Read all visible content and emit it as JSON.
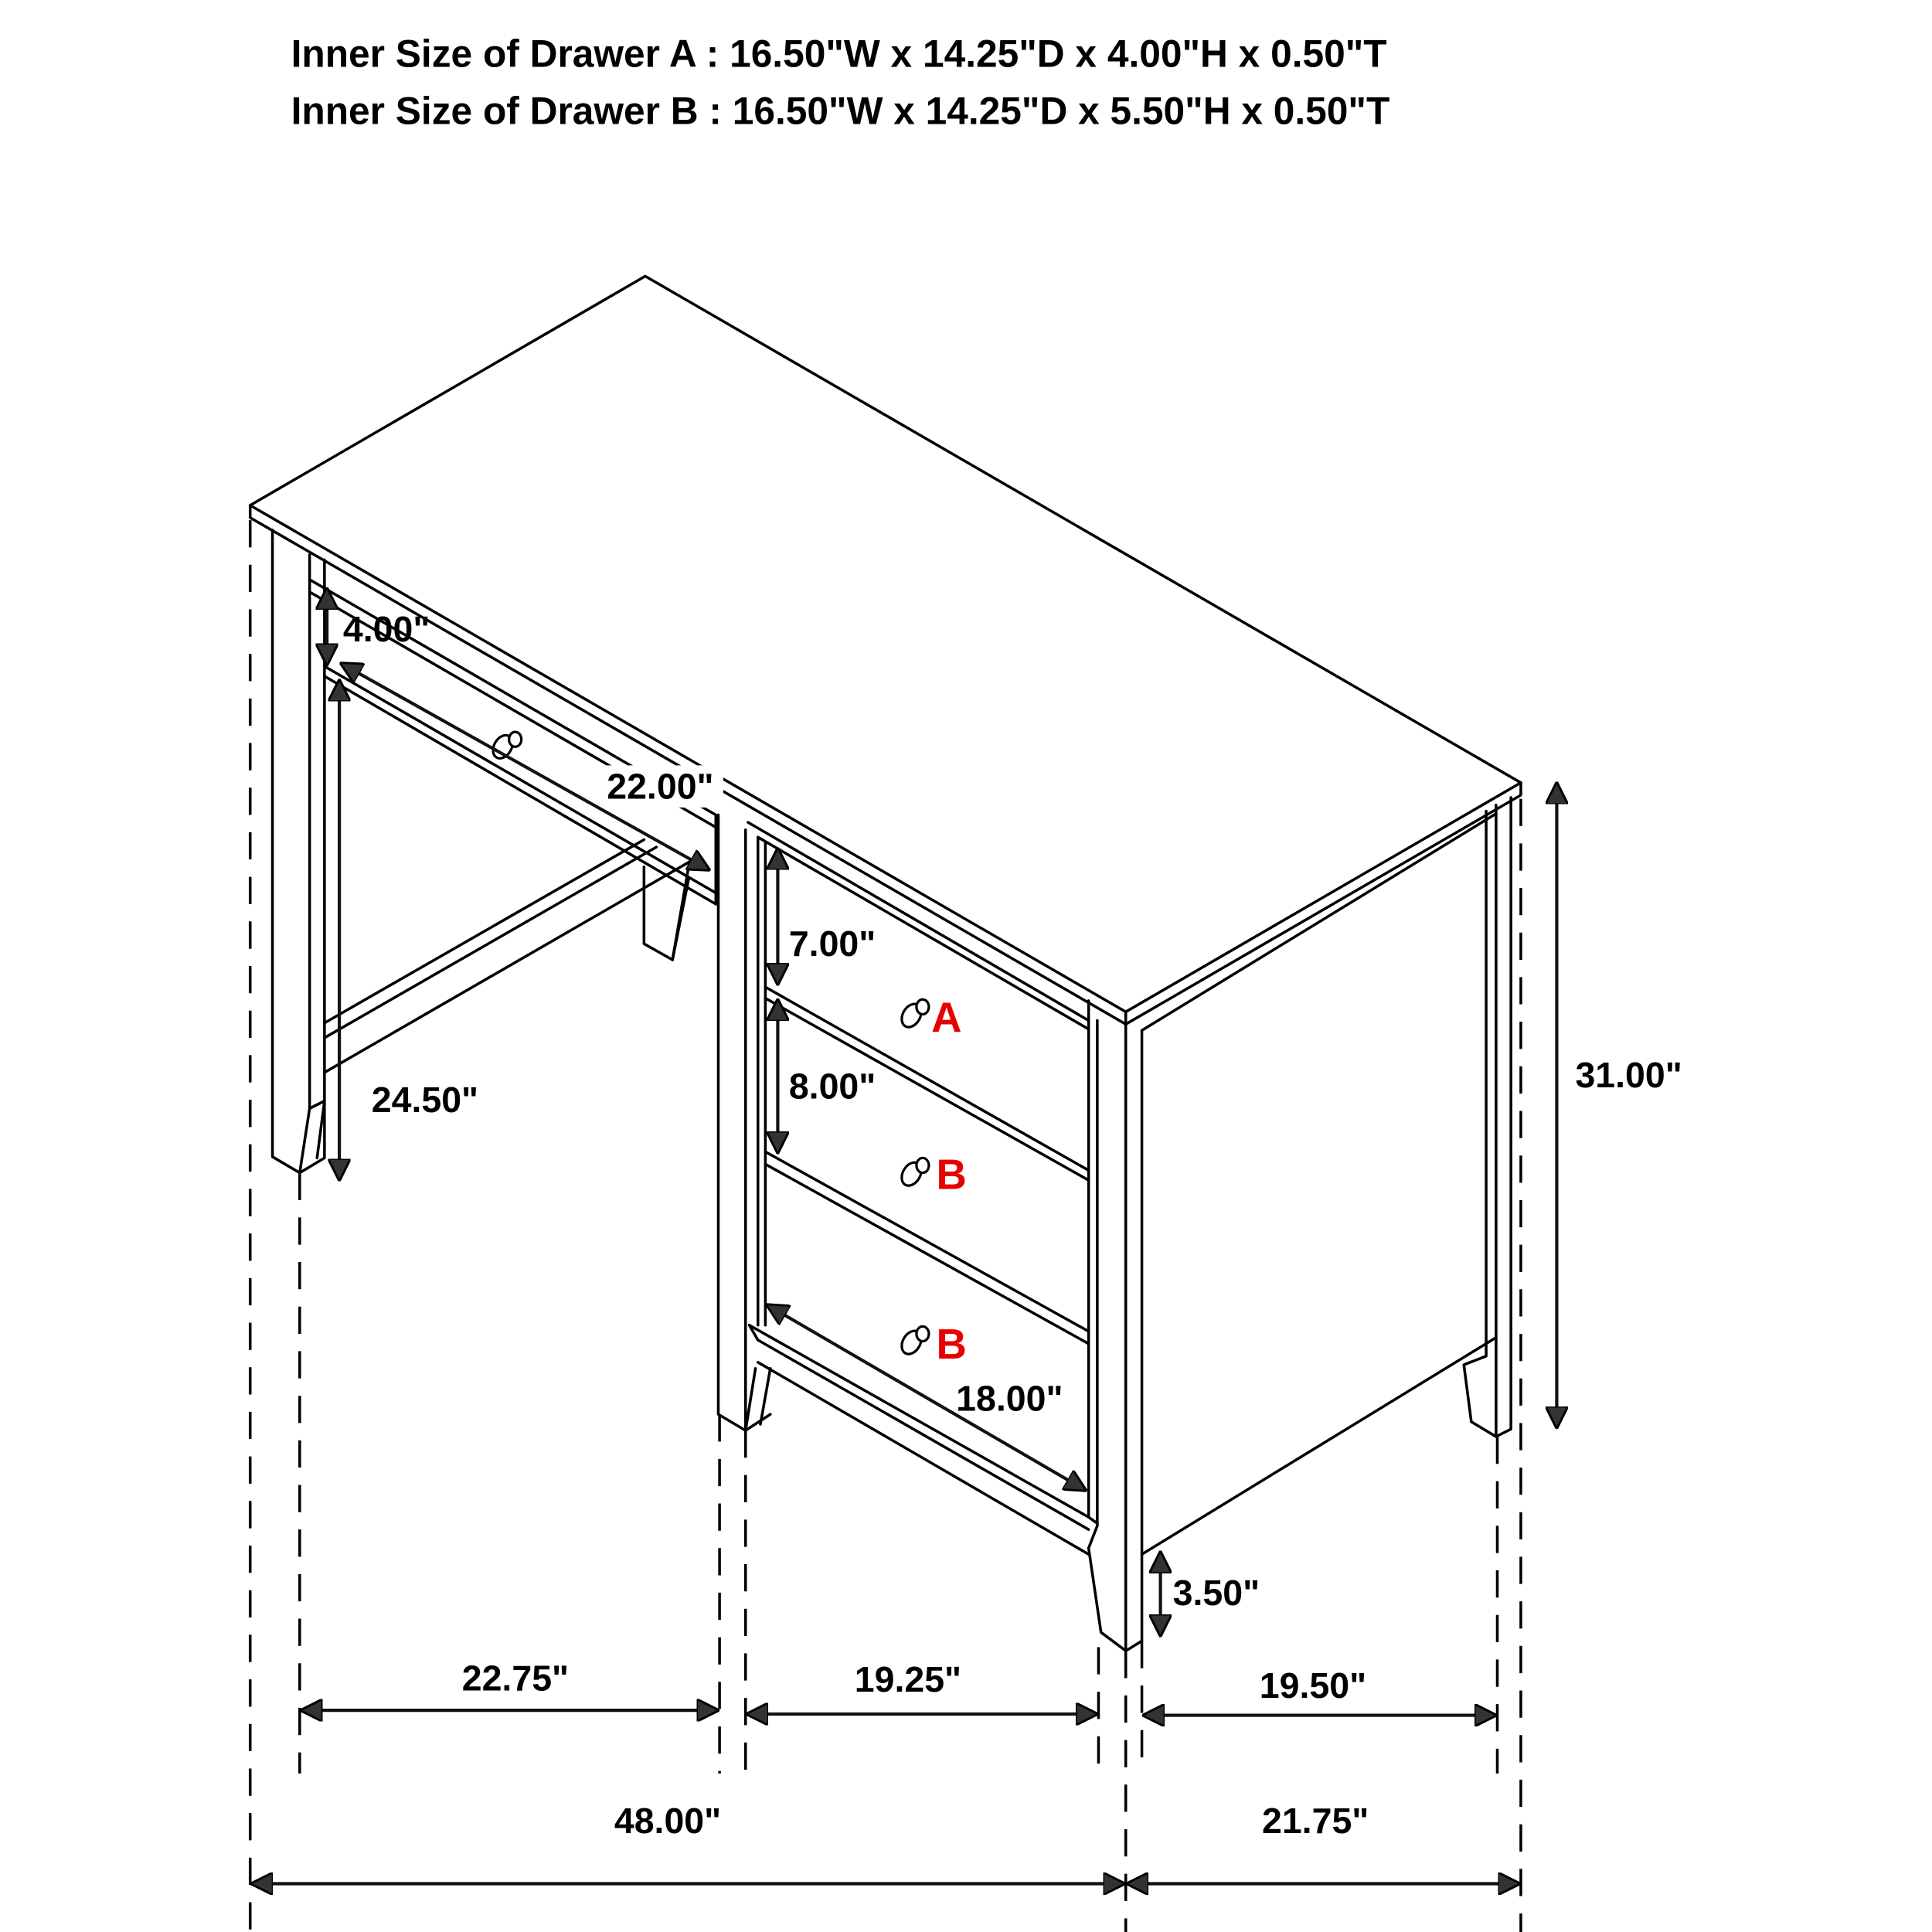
{
  "header": {
    "line_a": "Inner Size of Drawer A : 16.50\"W x 14.25\"D x 4.00\"H x 0.50\"T",
    "line_b": "Inner Size of Drawer B : 16.50\"W x 14.25\"D x 5.50\"H x 0.50\"T"
  },
  "drawers": {
    "a": {
      "label": "A",
      "color": "#e60000"
    },
    "b1": {
      "label": "B",
      "color": "#e60000"
    },
    "b2": {
      "label": "B",
      "color": "#e60000"
    }
  },
  "dimensions": {
    "center_drawer_height": "4.00\"",
    "center_drawer_width": "22.00\"",
    "knee_clearance_height": "24.50\"",
    "top_drawer_height": "7.00\"",
    "middle_drawer_height": "8.00\"",
    "pedestal_drawer_width": "18.00\"",
    "overall_height": "31.00\"",
    "leg_height": "3.50\"",
    "knee_space_width": "22.75\"",
    "pedestal_width": "19.25\"",
    "side_width": "19.50\"",
    "overall_width": "48.00\"",
    "overall_depth": "21.75\""
  },
  "colors": {
    "line": "#000000",
    "arrow_fill": "#333333",
    "label_red": "#e60000",
    "background": "#ffffff"
  }
}
